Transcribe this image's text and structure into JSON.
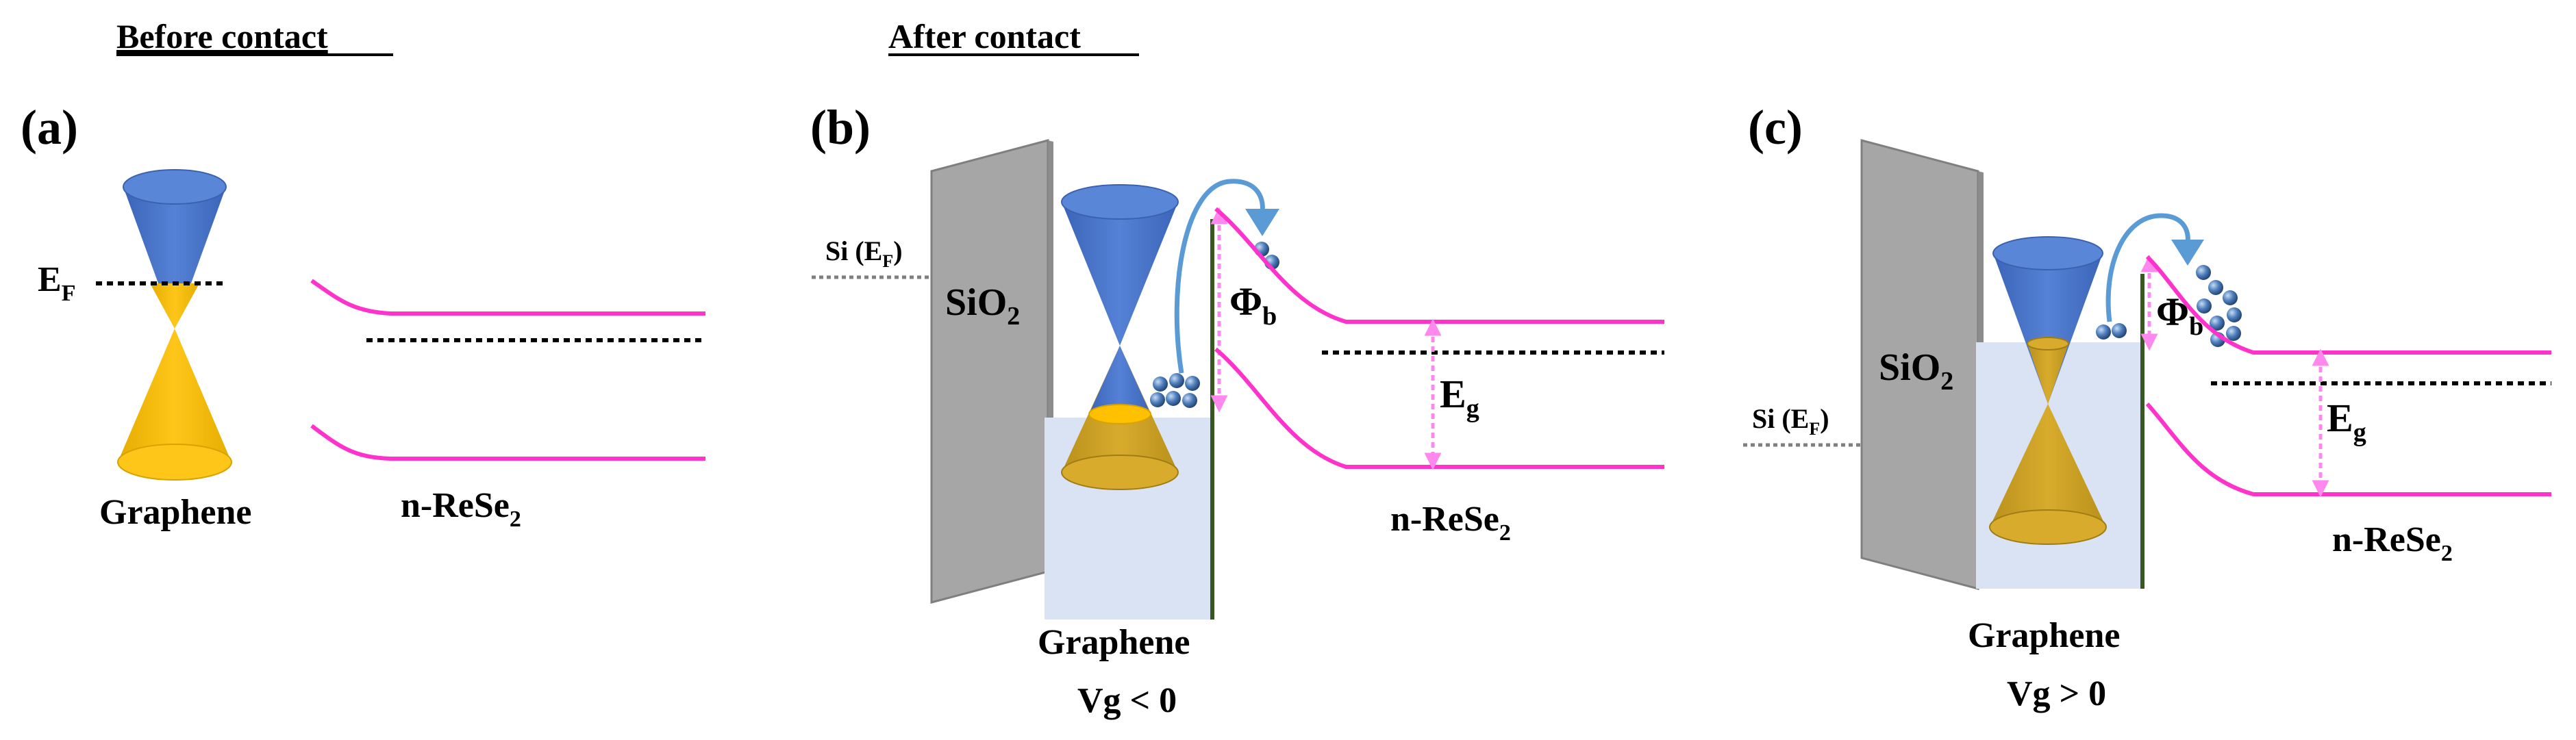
{
  "headings": {
    "before": "Before contact",
    "after": "After contact"
  },
  "panels": {
    "a": {
      "label": "(a)",
      "ef": "E",
      "ef_sub": "F",
      "graphene": "Graphene",
      "semi": "n-ReSe",
      "semi_sub": "2"
    },
    "b": {
      "label": "(b)",
      "si": "Si (E",
      "si_sub": "F",
      "si_close": ")",
      "oxide": "SiO",
      "oxide_sub": "2",
      "phi": "Φ",
      "phi_sub": "b",
      "eg": "E",
      "eg_sub": "g",
      "graphene": "Graphene",
      "gate": "Vg < 0",
      "semi": "n-ReSe",
      "semi_sub": "2"
    },
    "c": {
      "label": "(c)",
      "si": "Si (E",
      "si_sub": "F",
      "si_close": ")",
      "oxide": "SiO",
      "oxide_sub": "2",
      "phi": "Φ",
      "phi_sub": "b",
      "eg": "E",
      "eg_sub": "g",
      "graphene": "Graphene",
      "gate": "Vg > 0",
      "semi": "n-ReSe",
      "semi_sub": "2"
    }
  },
  "colors": {
    "conduction_band": "#ff33cc",
    "upper_cone": "#4472c4",
    "lower_cone": "#ffc000",
    "oxide": "#a6a6a6",
    "fill_region": "#dae3f3",
    "electron": "#4a7ab8",
    "gap_arrow": "#ff88ee"
  }
}
